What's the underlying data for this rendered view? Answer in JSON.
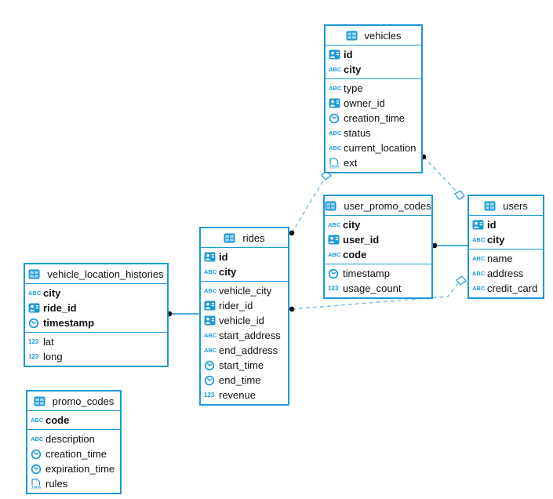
{
  "diagram": {
    "accent_color": "#1b9ad6",
    "dashed_line_color": "#6cbce8",
    "solid_line_color": "#1b93cf",
    "endpoint_dot_color": "#000000",
    "tables": [
      {
        "name": "vehicles",
        "primary_key": [
          {
            "name": "id",
            "type": "id"
          },
          {
            "name": "city",
            "type": "abc"
          }
        ],
        "columns": [
          {
            "name": "type",
            "type": "abc"
          },
          {
            "name": "owner_id",
            "type": "id"
          },
          {
            "name": "creation_time",
            "type": "clock"
          },
          {
            "name": "status",
            "type": "abc"
          },
          {
            "name": "current_location",
            "type": "abc"
          },
          {
            "name": "ext",
            "type": "json"
          }
        ]
      },
      {
        "name": "user_promo_codes",
        "primary_key": [
          {
            "name": "city",
            "type": "abc"
          },
          {
            "name": "user_id",
            "type": "id"
          },
          {
            "name": "code",
            "type": "abc"
          }
        ],
        "columns": [
          {
            "name": "timestamp",
            "type": "clock"
          },
          {
            "name": "usage_count",
            "type": "num"
          }
        ]
      },
      {
        "name": "users",
        "primary_key": [
          {
            "name": "id",
            "type": "id"
          },
          {
            "name": "city",
            "type": "abc"
          }
        ],
        "columns": [
          {
            "name": "name",
            "type": "abc"
          },
          {
            "name": "address",
            "type": "abc"
          },
          {
            "name": "credit_card",
            "type": "abc"
          }
        ]
      },
      {
        "name": "rides",
        "primary_key": [
          {
            "name": "id",
            "type": "id"
          },
          {
            "name": "city",
            "type": "abc"
          }
        ],
        "columns": [
          {
            "name": "vehicle_city",
            "type": "abc"
          },
          {
            "name": "rider_id",
            "type": "id"
          },
          {
            "name": "vehicle_id",
            "type": "id"
          },
          {
            "name": "start_address",
            "type": "abc"
          },
          {
            "name": "end_address",
            "type": "abc"
          },
          {
            "name": "start_time",
            "type": "clock"
          },
          {
            "name": "end_time",
            "type": "clock"
          },
          {
            "name": "revenue",
            "type": "num"
          }
        ]
      },
      {
        "name": "vehicle_location_histories",
        "primary_key": [
          {
            "name": "city",
            "type": "abc"
          },
          {
            "name": "ride_id",
            "type": "id"
          },
          {
            "name": "timestamp",
            "type": "clock"
          }
        ],
        "columns": [
          {
            "name": "lat",
            "type": "num"
          },
          {
            "name": "long",
            "type": "num"
          }
        ]
      },
      {
        "name": "promo_codes",
        "primary_key": [
          {
            "name": "code",
            "type": "abc"
          }
        ],
        "columns": [
          {
            "name": "description",
            "type": "abc"
          },
          {
            "name": "creation_time",
            "type": "clock"
          },
          {
            "name": "expiration_time",
            "type": "clock"
          },
          {
            "name": "rules",
            "type": "json"
          }
        ]
      }
    ],
    "relations": [
      {
        "from": "rides",
        "to": "vehicles",
        "style": "dashed"
      },
      {
        "from": "vehicles",
        "to": "users",
        "style": "dashed"
      },
      {
        "from": "rides",
        "to": "users",
        "style": "dashed"
      },
      {
        "from": "user_promo_codes",
        "to": "users",
        "style": "solid"
      },
      {
        "from": "vehicle_location_histories",
        "to": "rides",
        "style": "solid"
      }
    ]
  }
}
